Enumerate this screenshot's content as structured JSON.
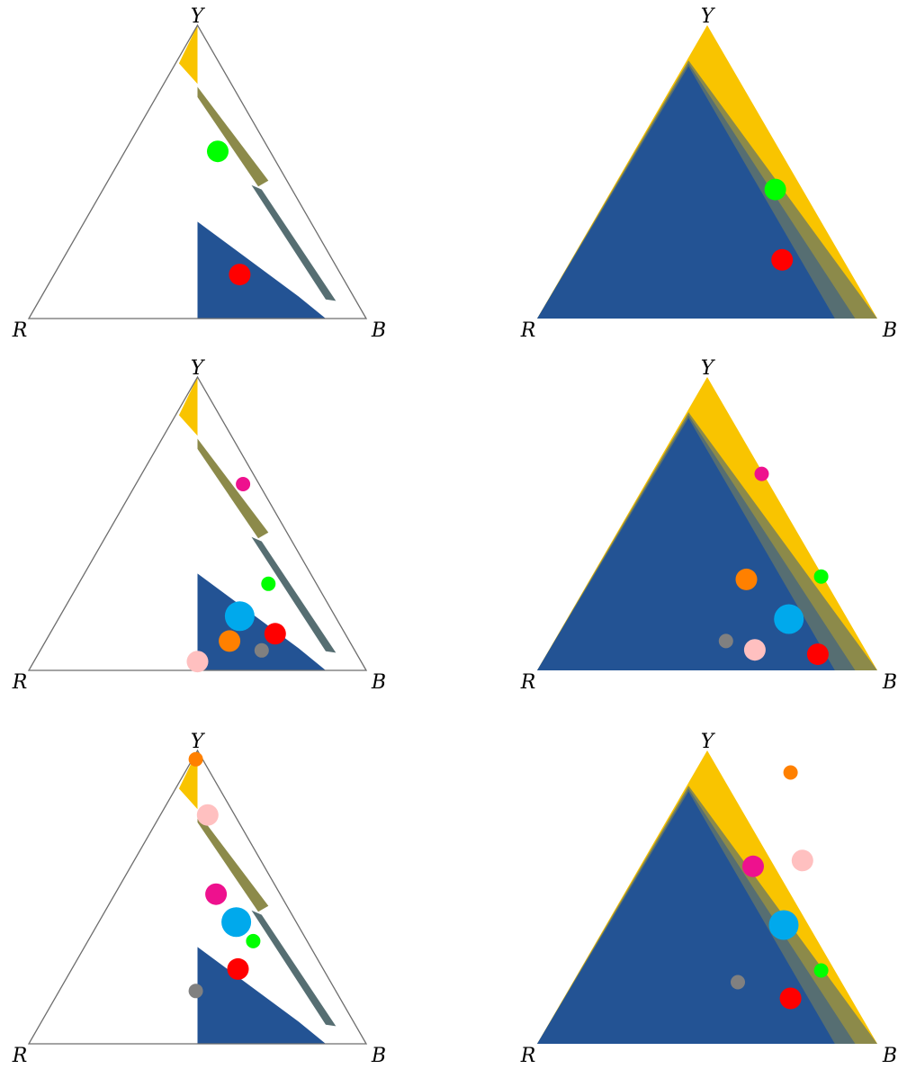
{
  "vertex_labels": {
    "top": "Y",
    "left": "R",
    "right": "B"
  },
  "colors": {
    "yellow": "#F9C400",
    "olive": "#8C8A4A",
    "slate": "#566E72",
    "blue": "#235394",
    "outline": "#6E6E6E",
    "green": "#00FF00",
    "red": "#FF0000",
    "magenta": "#EE118E",
    "orange": "#FF8000",
    "cyan": "#00A9EC",
    "gray": "#808080",
    "pink": "#FFC0C0"
  },
  "panels": [
    {
      "style": "bands",
      "points": [
        {
          "color": "green",
          "size": "medium",
          "pos": [
            0.12,
            0.57
          ]
        },
        {
          "color": "red",
          "size": "medium",
          "pos": [
            0.25,
            0.15
          ]
        }
      ]
    },
    {
      "style": "filled",
      "points": [
        {
          "color": "green",
          "size": "medium",
          "pos": [
            0.4,
            0.44
          ]
        },
        {
          "color": "red",
          "size": "medium",
          "pos": [
            0.44,
            0.2
          ]
        }
      ]
    },
    {
      "style": "bands",
      "points": [
        {
          "color": "magenta",
          "size": "small",
          "pos": [
            0.27,
            0.635
          ]
        },
        {
          "color": "green",
          "size": "small",
          "pos": [
            0.42,
            0.295
          ]
        },
        {
          "color": "cyan",
          "size": "large",
          "pos": [
            0.25,
            0.185
          ]
        },
        {
          "color": "red",
          "size": "medium",
          "pos": [
            0.46,
            0.125
          ]
        },
        {
          "color": "orange",
          "size": "medium",
          "pos": [
            0.19,
            0.1
          ]
        },
        {
          "color": "gray",
          "size": "small",
          "pos": [
            0.38,
            0.068
          ]
        },
        {
          "color": "pink",
          "size": "medium",
          "pos": [
            0.0,
            0.03
          ]
        }
      ]
    },
    {
      "style": "filled",
      "points": [
        {
          "color": "magenta",
          "size": "small",
          "pos": [
            0.32,
            0.67
          ]
        },
        {
          "color": "orange",
          "size": "medium",
          "pos": [
            0.23,
            0.31
          ]
        },
        {
          "color": "green",
          "size": "small",
          "pos": [
            0.67,
            0.32
          ]
        },
        {
          "color": "cyan",
          "size": "large",
          "pos": [
            0.48,
            0.175
          ]
        },
        {
          "color": "gray",
          "size": "small",
          "pos": [
            0.11,
            0.1
          ]
        },
        {
          "color": "pink",
          "size": "medium",
          "pos": [
            0.28,
            0.07
          ]
        },
        {
          "color": "red",
          "size": "medium",
          "pos": [
            0.65,
            0.055
          ]
        }
      ]
    },
    {
      "style": "bands",
      "points": [
        {
          "color": "orange",
          "size": "small",
          "pos": [
            -0.01,
            0.97
          ]
        },
        {
          "color": "pink",
          "size": "medium",
          "pos": [
            0.06,
            0.78
          ]
        },
        {
          "color": "magenta",
          "size": "medium",
          "pos": [
            0.11,
            0.51
          ]
        },
        {
          "color": "cyan",
          "size": "large",
          "pos": [
            0.23,
            0.415
          ]
        },
        {
          "color": "green",
          "size": "small",
          "pos": [
            0.33,
            0.35
          ]
        },
        {
          "color": "red",
          "size": "medium",
          "pos": [
            0.24,
            0.255
          ]
        },
        {
          "color": "gray",
          "size": "small",
          "pos": [
            -0.01,
            0.18
          ]
        }
      ]
    },
    {
      "style": "filled",
      "points": [
        {
          "color": "orange",
          "size": "small",
          "pos": [
            0.49,
            0.925
          ]
        },
        {
          "color": "magenta",
          "size": "medium",
          "pos": [
            0.27,
            0.605
          ]
        },
        {
          "color": "pink",
          "size": "medium",
          "pos": [
            0.56,
            0.625
          ]
        },
        {
          "color": "cyan",
          "size": "large",
          "pos": [
            0.45,
            0.405
          ]
        },
        {
          "color": "green",
          "size": "small",
          "pos": [
            0.67,
            0.25
          ]
        },
        {
          "color": "gray",
          "size": "small",
          "pos": [
            0.18,
            0.21
          ]
        },
        {
          "color": "red",
          "size": "medium",
          "pos": [
            0.49,
            0.155
          ]
        }
      ]
    }
  ]
}
